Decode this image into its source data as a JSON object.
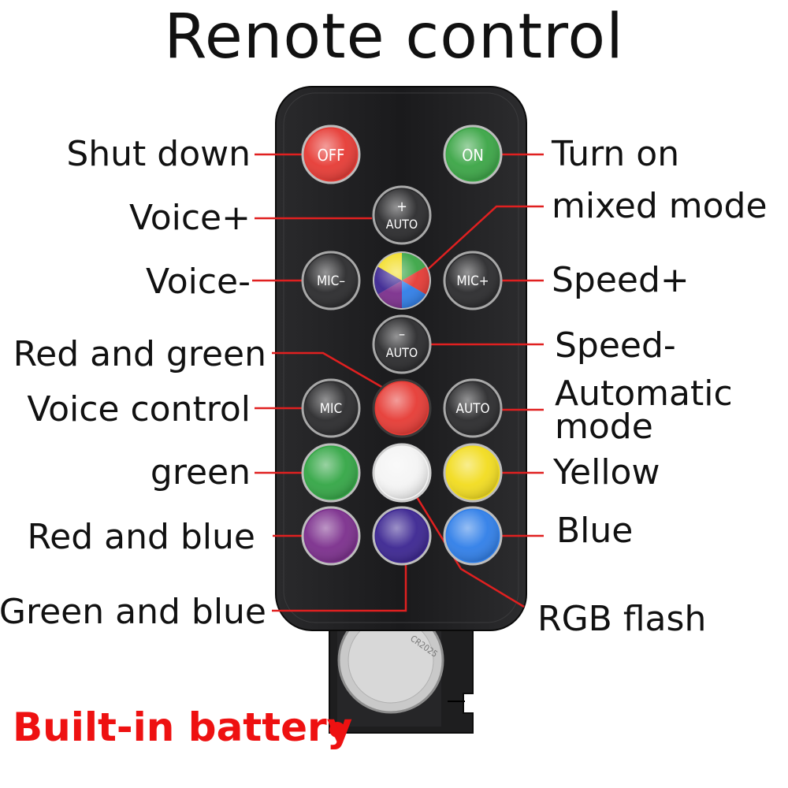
{
  "title": "Renote control",
  "battery_label": "Built-in battery",
  "left_labels": {
    "shut_down": "Shut down",
    "voice_plus": "Voice+",
    "voice_minus": "Voice-",
    "red_green": "Red and green",
    "voice_control": "Voice control",
    "green": "green",
    "red_blue": "Red and blue",
    "green_blue": "Green and blue"
  },
  "right_labels": {
    "turn_on": "Turn on",
    "mixed_mode": "mixed mode",
    "speed_plus": "Speed+",
    "speed_minus": "Speed-",
    "automatic_mode_1": "Automatic",
    "automatic_mode_2": "mode",
    "yellow": "Yellow",
    "blue": "Blue",
    "rgb_flash": "RGB flash"
  },
  "buttons": {
    "off": "OFF",
    "on": "ON",
    "auto_plus_sign": "+",
    "auto_plus": "AUTO",
    "mic_minus": "MIC–",
    "mic_plus": "MIC+",
    "auto_minus_sign": "–",
    "auto_minus": "AUTO",
    "mic": "MIC",
    "auto": "AUTO"
  },
  "battery_text": "CR2025",
  "colors": {
    "remote_body": "#1c1c1e",
    "leader_line": "#e02020",
    "battery_label": "#ee1111",
    "off_button": "#e63a34",
    "on_button": "#3aa545",
    "red_green_button": "#e63a34",
    "green_button": "#33a645",
    "white_button": "#f4f4f4",
    "yellow_button": "#f2dc1e",
    "red_blue_button": "#7b2e8c",
    "green_blue_button": "#3b2591",
    "blue_button": "#2f7ee8"
  }
}
